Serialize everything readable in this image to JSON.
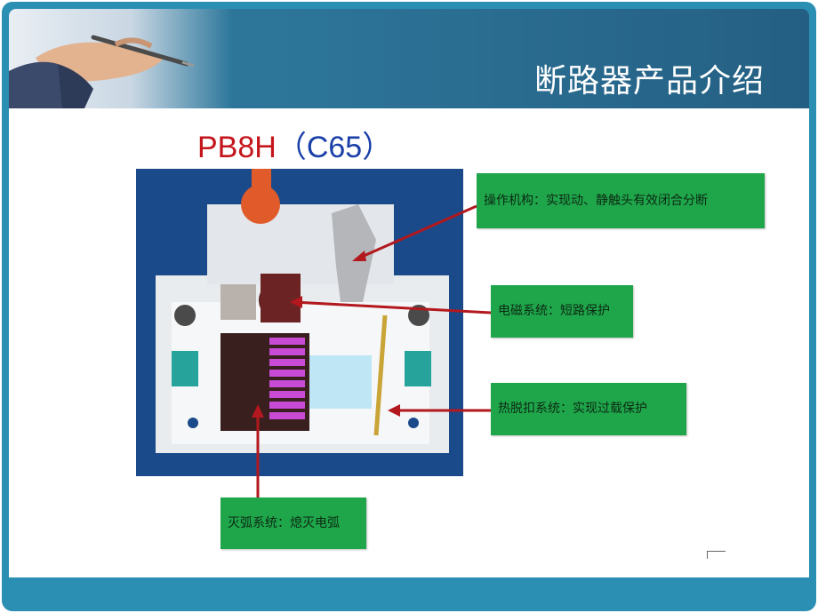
{
  "slide": {
    "title": "断路器产品介绍",
    "model_red": "PB8H",
    "model_blue": "（C65）"
  },
  "callouts": {
    "operating": "操作机构：实现动、静触头有效闭合分断",
    "electromagnetic": "电磁系统：短路保护",
    "thermal": "热脱扣系统：实现过载保护",
    "arc": "灭弧系统：熄灭电弧"
  },
  "colors": {
    "accent": "#2a8fb3",
    "callout": "#1fa64b",
    "arrow": "#b2181e",
    "model_red": "#c4151c",
    "model_blue": "#1a3fa8"
  }
}
